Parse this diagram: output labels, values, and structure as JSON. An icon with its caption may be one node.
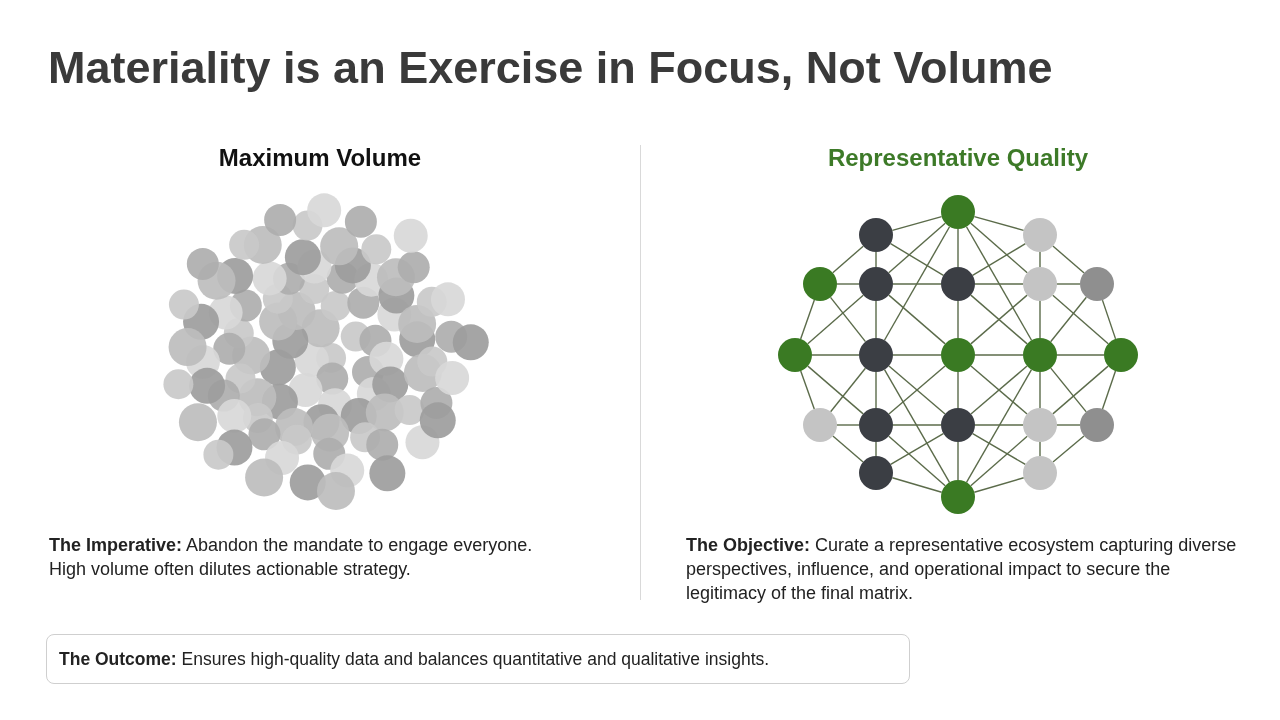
{
  "diagram": {
    "title": "Materiality is an Exercise in Focus, Not Volume",
    "nodes": [
      {
        "text": [],
        "shape": "circle"
      },
      {
        "text": [],
        "shape": "circle"
      },
      {
        "text": [],
        "shape": "circle"
      },
      {
        "text": [],
        "shape": "circle"
      },
      {
        "text": [],
        "shape": "circle"
      },
      {
        "text": [],
        "shape": "circle"
      },
      {
        "text": [],
        "shape": "circle"
      },
      {
        "text": [],
        "shape": "circle"
      },
      {
        "text": [],
        "shape": "circle"
      },
      {
        "text": [],
        "shape": "circle"
      },
      {
        "text": [],
        "shape": "circle"
      },
      {
        "text": [],
        "shape": "circle"
      },
      {
        "text": [],
        "shape": "circle"
      },
      {
        "text": [],
        "shape": "circle"
      },
      {
        "text": [],
        "shape": "circle"
      },
      {
        "text": [],
        "shape": "circle"
      },
      {
        "text": [],
        "shape": "circle"
      },
      {
        "text": [],
        "shape": "circle"
      },
      {
        "text": [],
        "shape": "circle"
      },
      {
        "text": [],
        "shape": "circle"
      },
      {
        "text": [],
        "shape": "circle"
      },
      {
        "text": [
          "**The Outcome:** Ensures high-quality data and balances quantitative and qualitative insights."
        ]
      }
    ],
    "edges": [
      {
        "from": 0,
        "to": 1,
        "arrow": "none"
      },
      {
        "from": 0,
        "to": 2,
        "arrow": "none"
      },
      {
        "from": 0,
        "to": 4,
        "arrow": "none"
      },
      {
        "from": 0,
        "to": 9,
        "arrow": "none"
      },
      {
        "from": 0,
        "to": 5,
        "arrow": "none"
      },
      {
        "from": 0,
        "to": 6,
        "arrow": "none"
      },
      {
        "from": 0,
        "to": 11,
        "arrow": "none"
      },
      {
        "from": 1,
        "to": 3,
        "arrow": "none"
      },
      {
        "from": 1,
        "to": 4,
        "arrow": "none"
      },
      {
        "from": 1,
        "to": 5,
        "arrow": "none"
      },
      {
        "from": 2,
        "to": 5,
        "arrow": "none"
      },
      {
        "from": 2,
        "to": 6,
        "arrow": "none"
      },
      {
        "from": 2,
        "to": 7,
        "arrow": "none"
      },
      {
        "from": 3,
        "to": 4,
        "arrow": "none"
      },
      {
        "from": 3,
        "to": 8,
        "arrow": "none"
      },
      {
        "from": 3,
        "to": 9,
        "arrow": "none"
      },
      {
        "from": 4,
        "to": 5,
        "arrow": "none"
      },
      {
        "from": 4,
        "to": 8,
        "arrow": "none"
      },
      {
        "from": 4,
        "to": 9,
        "arrow": "none"
      },
      {
        "from": 4,
        "to": 10,
        "arrow": "none"
      },
      {
        "from": 5,
        "to": 6,
        "arrow": "none"
      },
      {
        "from": 5,
        "to": 10,
        "arrow": "none"
      },
      {
        "from": 5,
        "to": 11,
        "arrow": "none"
      },
      {
        "from": 6,
        "to": 7,
        "arrow": "none"
      },
      {
        "from": 6,
        "to": 11,
        "arrow": "none"
      },
      {
        "from": 6,
        "to": 10,
        "arrow": "none"
      },
      {
        "from": 6,
        "to": 12,
        "arrow": "none"
      },
      {
        "from": 7,
        "to": 11,
        "arrow": "none"
      },
      {
        "from": 7,
        "to": 12,
        "arrow": "none"
      },
      {
        "from": 8,
        "to": 9,
        "arrow": "none"
      },
      {
        "from": 8,
        "to": 13,
        "arrow": "none"
      },
      {
        "from": 8,
        "to": 14,
        "arrow": "none"
      },
      {
        "from": 9,
        "to": 10,
        "arrow": "none"
      },
      {
        "from": 9,
        "to": 14,
        "arrow": "none"
      },
      {
        "from": 9,
        "to": 15,
        "arrow": "none"
      },
      {
        "from": 9,
        "to": 13,
        "arrow": "none"
      },
      {
        "from": 9,
        "to": 20,
        "arrow": "none"
      },
      {
        "from": 10,
        "to": 11,
        "arrow": "none"
      },
      {
        "from": 10,
        "to": 15,
        "arrow": "none"
      },
      {
        "from": 10,
        "to": 14,
        "arrow": "none"
      },
      {
        "from": 10,
        "to": 16,
        "arrow": "none"
      },
      {
        "from": 11,
        "to": 12,
        "arrow": "none"
      },
      {
        "from": 11,
        "to": 16,
        "arrow": "none"
      },
      {
        "from": 11,
        "to": 17,
        "arrow": "none"
      },
      {
        "from": 11,
        "to": 15,
        "arrow": "none"
      },
      {
        "from": 11,
        "to": 20,
        "arrow": "none"
      },
      {
        "from": 12,
        "to": 17,
        "arrow": "none"
      },
      {
        "from": 12,
        "to": 16,
        "arrow": "none"
      },
      {
        "from": 13,
        "to": 14,
        "arrow": "none"
      },
      {
        "from": 13,
        "to": 18,
        "arrow": "none"
      },
      {
        "from": 14,
        "to": 15,
        "arrow": "none"
      },
      {
        "from": 14,
        "to": 18,
        "arrow": "none"
      },
      {
        "from": 14,
        "to": 20,
        "arrow": "none"
      },
      {
        "from": 15,
        "to": 16,
        "arrow": "none"
      },
      {
        "from": 15,
        "to": 20,
        "arrow": "none"
      },
      {
        "from": 15,
        "to": 18,
        "arrow": "none"
      },
      {
        "from": 15,
        "to": 19,
        "arrow": "none"
      },
      {
        "from": 16,
        "to": 17,
        "arrow": "none"
      },
      {
        "from": 16,
        "to": 19,
        "arrow": "none"
      },
      {
        "from": 16,
        "to": 20,
        "arrow": "none"
      },
      {
        "from": 17,
        "to": 19,
        "arrow": "none"
      },
      {
        "from": 18,
        "to": 20,
        "arrow": "none"
      },
      {
        "from": 19,
        "to": 20,
        "arrow": "none"
      }
    ],
    "labels": [
      "Maximum Volume",
      "Representative Quality",
      "**The Imperative:** Abandon the mandate to engage everyone. High volume often dilutes actionable strategy.",
      "**The Objective:** Curate a representative ecosystem capturing diverse perspectives, influence, and operational impact to secure the legitimacy of the final matrix."
    ]
  }
}
